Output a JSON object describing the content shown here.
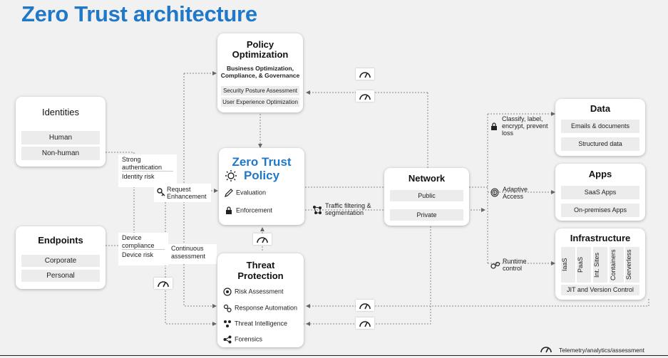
{
  "title": "Zero Trust architecture",
  "policy_optimization": {
    "title": "Policy Optimization",
    "subtitle": "Business Optimization, Compliance, & Governance",
    "items": [
      "Security Posture Assessment",
      "User Experience Optimization"
    ]
  },
  "identities": {
    "title": "Identities",
    "items": [
      "Human",
      "Non-human"
    ]
  },
  "endpoints": {
    "title": "Endpoints",
    "items": [
      "Corporate",
      "Personal"
    ]
  },
  "identity_signals": [
    "Strong authentication",
    "Identity risk"
  ],
  "device_signals": [
    "Device compliance",
    "Device risk"
  ],
  "request_enhancement": "Request Enhancement",
  "continuous_assessment": "Continuous assessment",
  "zero_trust_policy": {
    "title": "Zero Trust Policy",
    "items": [
      "Evaluation",
      "Enforcement"
    ]
  },
  "traffic_filtering": "Traffic filtering & segmentation",
  "network": {
    "title": "Network",
    "items": [
      "Public",
      "Private"
    ]
  },
  "classify_label": "Classify, label, encrypt, prevent loss",
  "adaptive_access": "Adaptive Access",
  "runtime_control": "Runtime control",
  "data": {
    "title": "Data",
    "items": [
      "Emails & documents",
      "Structured data"
    ]
  },
  "apps": {
    "title": "Apps",
    "items": [
      "SaaS Apps",
      "On-premises Apps"
    ]
  },
  "infrastructure": {
    "title": "Infrastructure",
    "columns": [
      "IaaS",
      "PaaS",
      "Int. Sites",
      "Containers",
      "Serverless"
    ],
    "footer": "JIT and Version Control"
  },
  "threat_protection": {
    "title": "Threat Protection",
    "items": [
      "Risk Assessment",
      "Response Automation",
      "Threat Intelligence",
      "Forensics"
    ]
  },
  "legend": "Telemetry/analytics/assessment"
}
